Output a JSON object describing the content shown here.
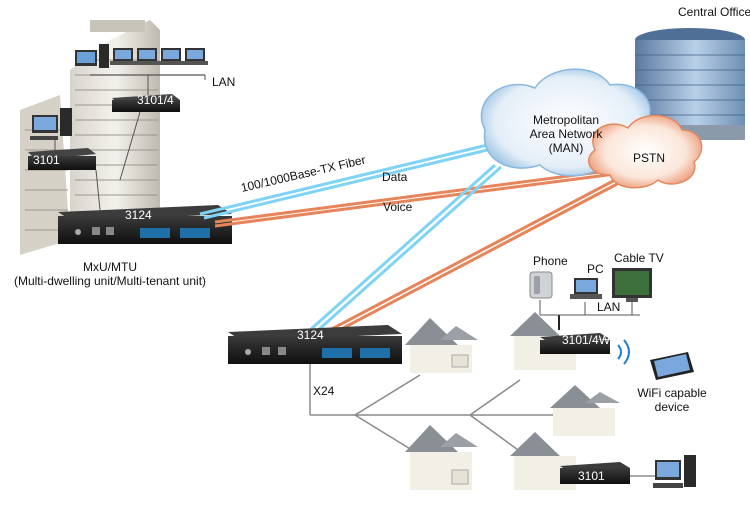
{
  "labels": {
    "central_office": "Central Office",
    "lan_top": "LAN",
    "dev_3101_4": "3101/4",
    "dev_3101_left": "3101",
    "dev_3124_top": "3124",
    "mxu_line1": "MxU/MTU",
    "mxu_line2": "(Multi-dwelling unit/Multi-tenant unit)",
    "fiber": "100/1000Base-TX Fiber",
    "data": "Data",
    "voice": "Voice",
    "man_line1": "Metropolitan",
    "man_line2": "Area Network",
    "man_line3": "(MAN)",
    "pstn": "PSTN",
    "phone": "Phone",
    "pc": "PC",
    "cable_tv": "Cable TV",
    "lan_right": "LAN",
    "dev_3124_bottom": "3124",
    "dev_3101_4w": "3101/4W",
    "x24": "X24",
    "wifi_line1": "WiFi capable",
    "wifi_line2": "device",
    "dev_3101_bottom": "3101"
  },
  "colors": {
    "data_link": "#7fd4f5",
    "voice_link": "#e8845a",
    "device_body": "#1c1c1c",
    "house_roof": "#8a8f96",
    "house_wall": "#f2efe6"
  }
}
